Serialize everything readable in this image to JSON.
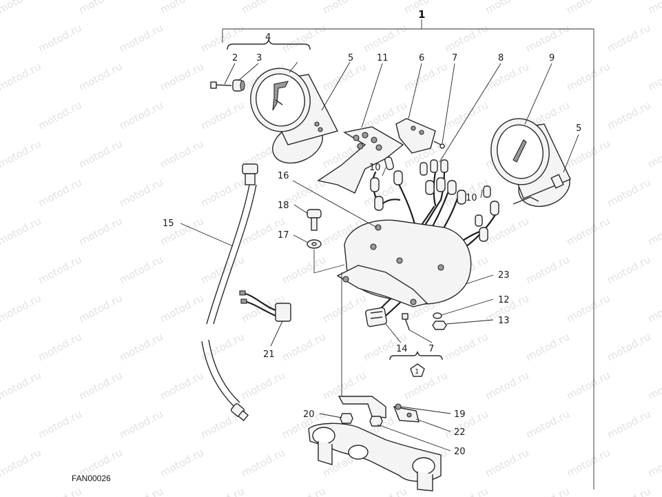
{
  "diagram": {
    "drawing_code": "FAN00026",
    "watermark": "motod.ru",
    "callouts": {
      "c1": "1",
      "c2": "2",
      "c3": "3",
      "c4": "4",
      "c5a": "5",
      "c5b": "5",
      "c6": "6",
      "c7a": "7",
      "c7b": "7",
      "c8": "8",
      "c9": "9",
      "c10a": "10",
      "c10b": "10",
      "c11": "11",
      "c12": "12",
      "c13": "13",
      "c14": "14",
      "c15": "15",
      "c16": "16",
      "c17": "17",
      "c18": "18",
      "c19": "19",
      "c20a": "20",
      "c20b": "20",
      "c21": "21",
      "c22": "22",
      "c23": "23",
      "kit_badge": "1"
    }
  }
}
